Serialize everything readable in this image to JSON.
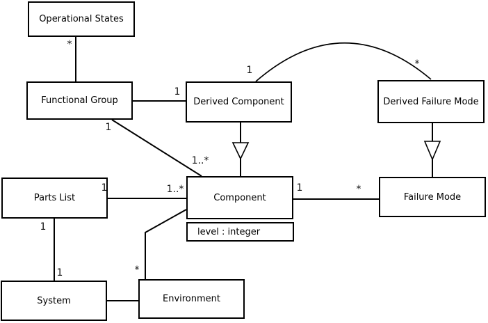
{
  "diagram_title": "UML class diagram",
  "nodes": {
    "operational_states": {
      "label": "Operational States"
    },
    "functional_group": {
      "label": "Functional Group"
    },
    "derived_component": {
      "label": "Derived Component"
    },
    "derived_failure_mode": {
      "label": "Derived Failure Mode"
    },
    "parts_list": {
      "label": "Parts List"
    },
    "component": {
      "label": "Component",
      "attribute": "level : integer"
    },
    "failure_mode": {
      "label": "Failure Mode"
    },
    "system": {
      "label": "System"
    },
    "environment": {
      "label": "Environment"
    }
  },
  "multiplicities": {
    "os_fg_star": "*",
    "fg_dc_one": "1",
    "dc_arc_one": "1",
    "dfm_arc_star": "*",
    "fg_comp_one": "1",
    "fg_comp_many": "1..*",
    "pl_comp_one": "1",
    "pl_comp_many": "1..*",
    "comp_fm_one": "1",
    "comp_fm_star": "*",
    "pl_sys_one_top": "1",
    "pl_sys_one_bottom": "1",
    "env_comp_star": "*"
  },
  "edges": [
    {
      "from": "Operational States",
      "to": "Functional Group",
      "type": "association",
      "labels": [
        "*"
      ]
    },
    {
      "from": "Functional Group",
      "to": "Derived Component",
      "type": "association",
      "labels": [
        "1"
      ]
    },
    {
      "from": "Derived Component",
      "to": "Component",
      "type": "generalization",
      "labels": []
    },
    {
      "from": "Derived Failure Mode",
      "to": "Failure Mode",
      "type": "generalization",
      "labels": []
    },
    {
      "from": "Derived Component",
      "to": "Derived Failure Mode",
      "type": "association-arc",
      "labels": [
        "1",
        "*"
      ]
    },
    {
      "from": "Functional Group",
      "to": "Component",
      "type": "association",
      "labels": [
        "1",
        "1..*"
      ]
    },
    {
      "from": "Parts List",
      "to": "Component",
      "type": "association",
      "labels": [
        "1",
        "1..*"
      ]
    },
    {
      "from": "Component",
      "to": "Failure Mode",
      "type": "association",
      "labels": [
        "1",
        "*"
      ]
    },
    {
      "from": "Parts List",
      "to": "System",
      "type": "association",
      "labels": [
        "1",
        "1"
      ]
    },
    {
      "from": "System",
      "to": "Environment",
      "type": "association",
      "labels": []
    },
    {
      "from": "Environment",
      "to": "Component",
      "type": "association",
      "labels": [
        "*"
      ]
    }
  ],
  "colors": {
    "line": "#000000",
    "background": "#ffffff",
    "box_fill": "#ffffff",
    "text": "#000000"
  }
}
